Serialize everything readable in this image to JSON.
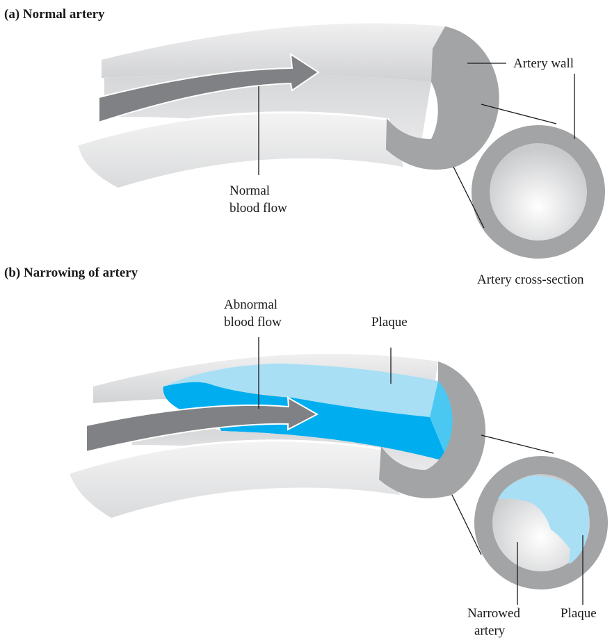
{
  "panel_a": {
    "title": "(a) Normal artery",
    "labels": {
      "artery_wall": "Artery wall",
      "normal_flow_line1": "Normal",
      "normal_flow_line2": "blood flow",
      "cross_section": "Artery cross-section"
    }
  },
  "panel_b": {
    "title": "(b) Narrowing of artery",
    "labels": {
      "abnormal_flow_line1": "Abnormal",
      "abnormal_flow_line2": "blood flow",
      "plaque_top": "Plaque",
      "narrowed_line1": "Narrowed",
      "narrowed_line2": "artery",
      "plaque_cross": "Plaque"
    }
  },
  "colors": {
    "wall_gray": "#a3a4a6",
    "tube_light": "#e6e7e8",
    "arrow_gray": "#808184",
    "plaque_light": "#a8dff5",
    "plaque_mid": "#4ac8f2",
    "plaque_dark": "#00aeef"
  }
}
